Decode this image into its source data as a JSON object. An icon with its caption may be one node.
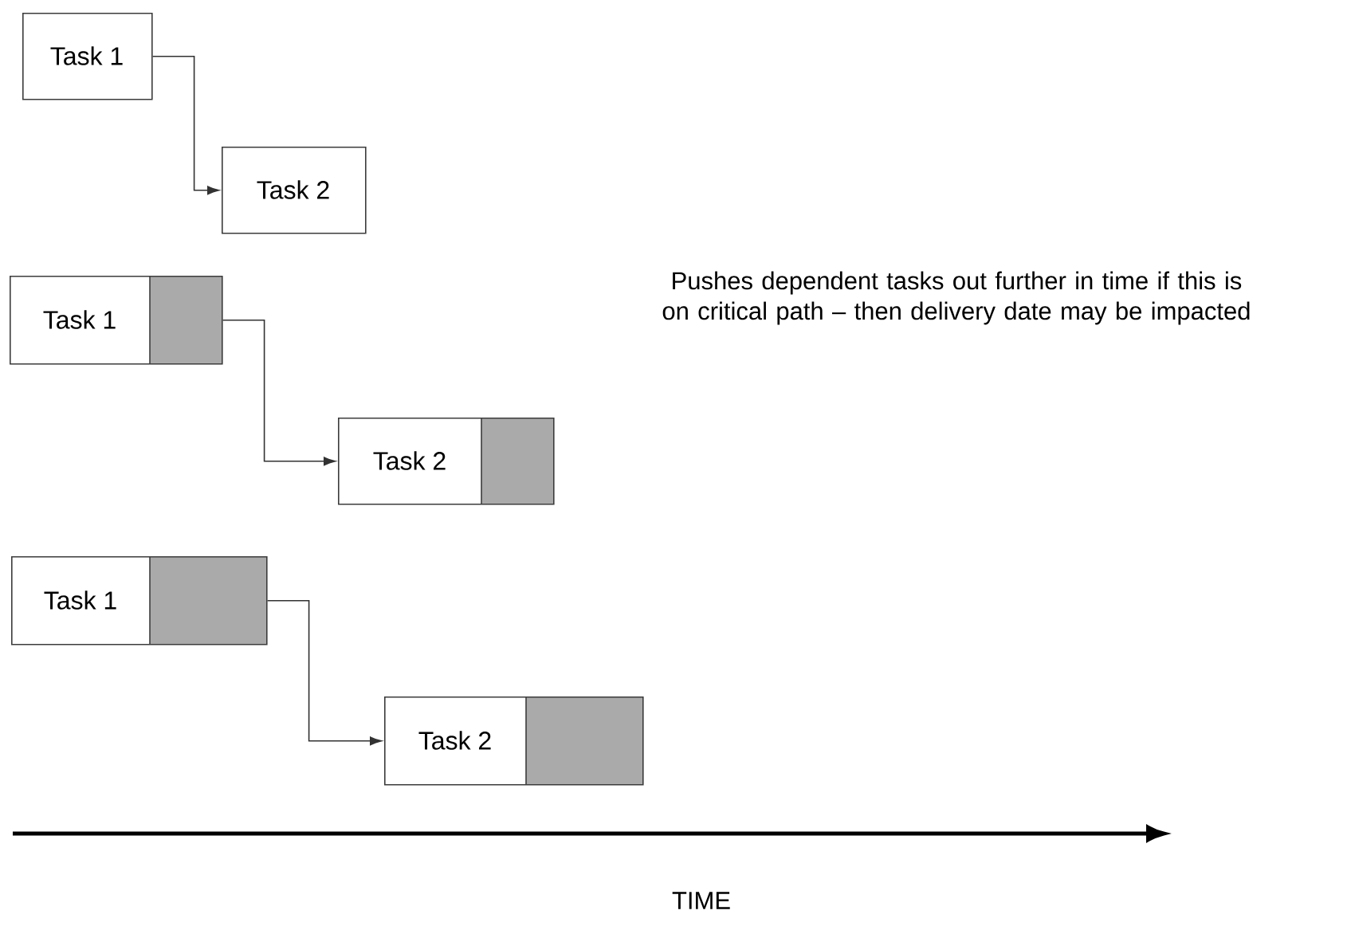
{
  "diagram": {
    "nodes": [
      {
        "text": [
          "Task 1"
        ]
      },
      {
        "text": [
          "Task 2"
        ]
      },
      {
        "text": [
          "Task 1"
        ]
      },
      {
        "text": [
          "Task 2"
        ]
      },
      {
        "text": [
          "Task 1"
        ]
      },
      {
        "text": [
          "Task 2"
        ]
      }
    ],
    "edges": [
      {
        "from": 0,
        "to": 1,
        "arrow": "to"
      },
      {
        "from": 2,
        "to": 3,
        "arrow": "to"
      },
      {
        "from": 4,
        "to": 5,
        "arrow": "to"
      }
    ],
    "labels": [
      "Pushes dependent tasks out further in time if this is on critical path – then delivery date may be impacted",
      "TIME"
    ]
  }
}
